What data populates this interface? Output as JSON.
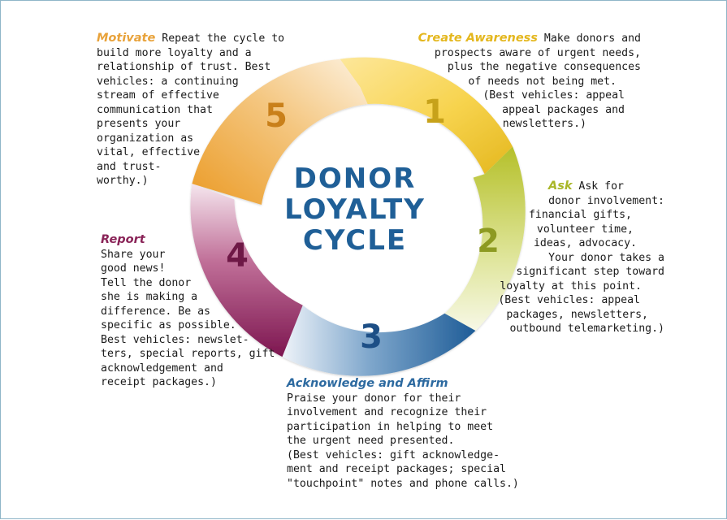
{
  "center_title": [
    "DONOR",
    "LOYALTY",
    "CYCLE"
  ],
  "colors": {
    "motivate": "#e8a23a",
    "awareness": "#e4b71e",
    "ask": "#a9b627",
    "acknowledge": "#2d6aa0",
    "report": "#8a2458",
    "center_title": "#1f5f97",
    "border": "#8fb6c8"
  },
  "steps": [
    {
      "number": "1",
      "label": "Create Awareness"
    },
    {
      "number": "2",
      "label": "Ask"
    },
    {
      "number": "3",
      "label": "Acknowledge and Affirm"
    },
    {
      "number": "4",
      "label": "Report"
    },
    {
      "number": "5",
      "label": "Motivate"
    }
  ],
  "motivate": {
    "title": "Motivate",
    "first_line": "Repeat the cycle to",
    "lines": [
      "build more loyalty and a",
      "relationship of trust. Best",
      "vehicles: a continuing",
      "stream of effective",
      "communication that",
      "presents your",
      "organization as",
      "vital, effective",
      "and trust-",
      "worthy.)"
    ]
  },
  "awareness": {
    "title": "Create Awareness",
    "first_line": "Make donors and",
    "lines": [
      "prospects aware of urgent needs,",
      "plus the negative consequences",
      "of needs not being met.",
      "(Best vehicles: appeal",
      "appeal packages and",
      "newsletters.)"
    ]
  },
  "ask": {
    "title": "Ask",
    "first_line": "Ask for",
    "lines": [
      "donor involvement:",
      "financial gifts,",
      "volunteer time,",
      "ideas, advocacy.",
      "Your donor takes a",
      "significant step toward",
      "loyalty at this point.",
      "(Best vehicles: appeal",
      "packages, newsletters,",
      "outbound telemarketing.)"
    ]
  },
  "report": {
    "title": "Report",
    "lines": [
      "Share your",
      "good news!",
      "Tell the donor",
      "she is making a",
      "difference. Be as",
      "specific as possible.",
      "Best vehicles: newslet-",
      "ters, special reports, gift",
      "acknowledgement and",
      "receipt packages.)"
    ]
  },
  "acknowledge": {
    "title": "Acknowledge and Affirm",
    "lines": [
      "Praise your donor for their",
      "involvement and recognize their",
      "participation in helping to meet",
      "the urgent need presented.",
      "(Best vehicles: gift acknowledge-",
      "ment and receipt packages; special",
      "\"touchpoint\" notes and phone calls.)"
    ]
  }
}
